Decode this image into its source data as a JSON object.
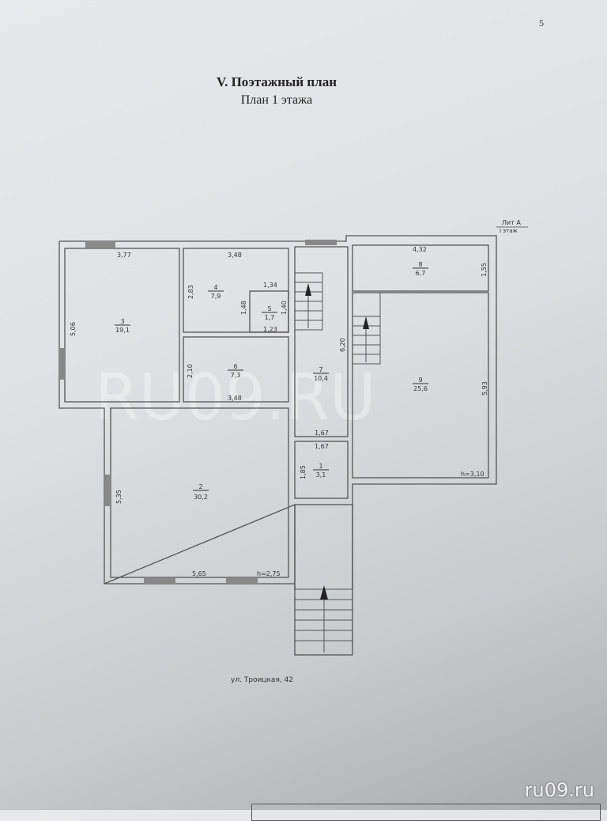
{
  "page_number": "5",
  "title": "V.  Поэтажный план",
  "subtitle": "План 1 этажа",
  "lit_label": "Лит А",
  "floor_label": "I этаж",
  "address": "ул. Троицкая, 42",
  "watermark": "RU09.RU",
  "site": "ru09.ru",
  "rooms": [
    {
      "num": "1",
      "area": "3,1"
    },
    {
      "num": "2",
      "area": "30,2"
    },
    {
      "num": "3",
      "area": "19,1"
    },
    {
      "num": "4",
      "area": "7,9"
    },
    {
      "num": "5",
      "area": "1,7"
    },
    {
      "num": "6",
      "area": "7,3"
    },
    {
      "num": "7",
      "area": "10,4"
    },
    {
      "num": "8",
      "area": "6,7"
    },
    {
      "num": "9",
      "area": "25,6"
    }
  ],
  "dims": {
    "r3_w": "3,77",
    "r3_h": "5,06",
    "r4_w": "3,48",
    "r4_h": "2,83",
    "r5_w_top": "1,34",
    "r5_h_left": "1,48",
    "r5_h": "1,40",
    "r5_w": "1,23",
    "r6_h": "2,10",
    "r6_w": "3,48",
    "r7_h": "6,20",
    "r7_w": "1,67",
    "r1_w": "1,67",
    "r1_h": "1,85",
    "r2_h": "5,35",
    "r2_w": "5,65",
    "r2_height": "h=2,75",
    "r8_w": "4,32",
    "r8_h": "1,55",
    "r9_h": "5,93",
    "r9_height": "h=3,10"
  }
}
